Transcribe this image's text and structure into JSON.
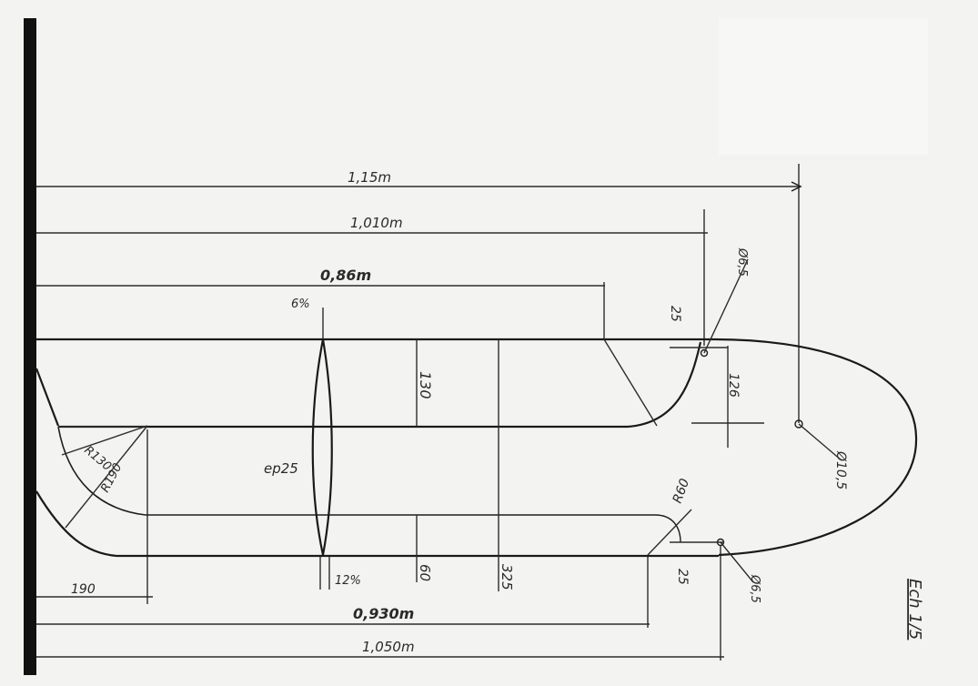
{
  "dimensions": {
    "length_1_15": "1,15m",
    "length_1_010": "1,010m",
    "length_0_86": "0,86m",
    "length_0_930": "0,930m",
    "length_1_050": "1,050m",
    "thickness_top": "6%",
    "thickness_bottom": "12%",
    "ep": "ep25",
    "h130": "130",
    "h60": "60",
    "h325": "325",
    "d25_top": "25",
    "d25_bottom": "25",
    "d126": "126",
    "dia_top": "Ø6,5",
    "dia_center": "Ø10,5",
    "dia_bottom": "Ø6,5",
    "r60": "R60",
    "r130": "R130",
    "r190": "R190",
    "w190": "190"
  },
  "scale": "Ech 1/5",
  "colors": {
    "ink": "#1e1e1e",
    "paper": "#f3f3f1",
    "faint": "#8f8f8f"
  }
}
